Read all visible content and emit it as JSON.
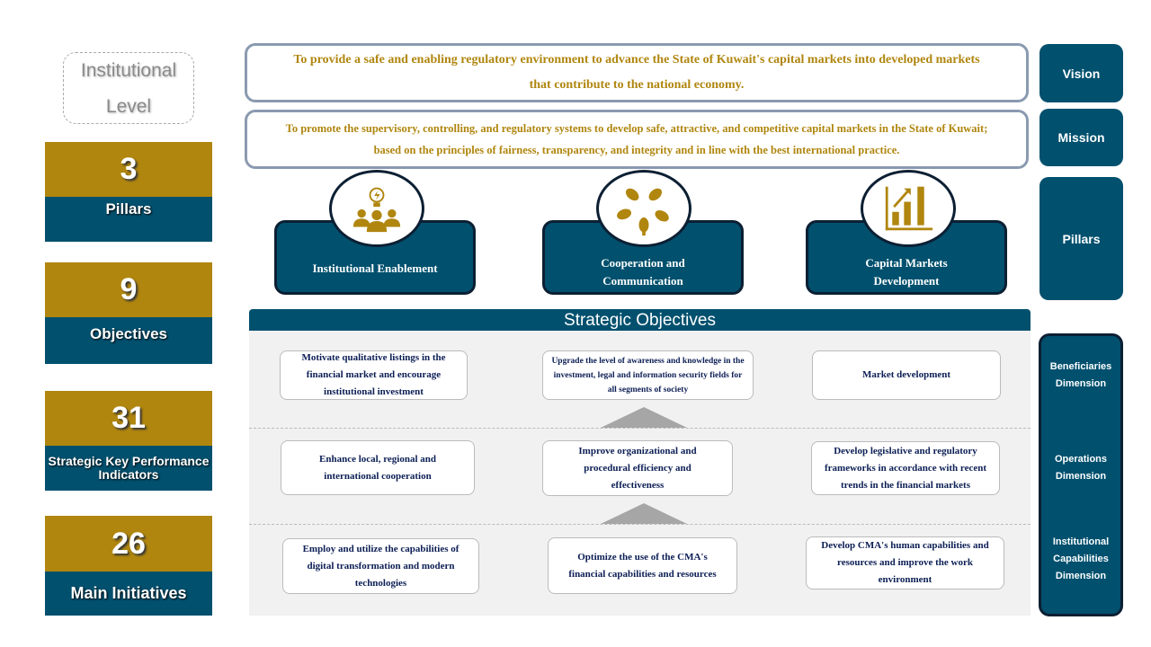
{
  "level": {
    "label": "Institutional Level"
  },
  "stats": [
    {
      "number": "3",
      "label": "Pillars"
    },
    {
      "number": "9",
      "label": "Objectives"
    },
    {
      "number": "31",
      "label": "Strategic Key Performance Indicators"
    },
    {
      "number": "26",
      "label": "Main Initiatives"
    }
  ],
  "vision": {
    "text": "To provide a safe and enabling regulatory environment to advance the State of Kuwait's capital markets into developed markets that contribute to the national economy.",
    "label": "Vision"
  },
  "mission": {
    "text": "To promote the supervisory, controlling, and regulatory systems to develop safe, attractive, and competitive capital markets in the State of Kuwait; based on the principles of fairness, transparency, and integrity and in line with the best international practice.",
    "label": "Mission"
  },
  "pillars": {
    "label": "Pillars",
    "items": [
      {
        "title": "Institutional Enablement",
        "icon": "people-lightbulb-icon"
      },
      {
        "title": "Cooperation and Communication",
        "icon": "hands-together-icon"
      },
      {
        "title": "Capital Markets Development",
        "icon": "bar-chart-growth-icon"
      }
    ]
  },
  "objectives": {
    "title": "Strategic Objectives",
    "rows": [
      [
        "Motivate qualitative listings in the financial market and encourage institutional investment",
        "Upgrade the level of awareness and knowledge in the investment, legal and information security fields for all segments of society",
        "Market development"
      ],
      [
        "Enhance local, regional and international cooperation",
        "Improve organizational and procedural efficiency and effectiveness",
        "Develop legislative and regulatory frameworks in accordance with recent trends in the financial markets"
      ],
      [
        "Employ and utilize the capabilities of digital transformation and modern technologies",
        "Optimize the use of the CMA's financial capabilities and resources",
        "Develop CMA's human capabilities and resources and improve the work environment"
      ]
    ]
  },
  "dimensions": [
    "Beneficiaries Dimension",
    "Operations Dimension",
    "Institutional Capabilities Dimension"
  ],
  "colors": {
    "gold": "#B0860F",
    "navy": "#00506E"
  }
}
